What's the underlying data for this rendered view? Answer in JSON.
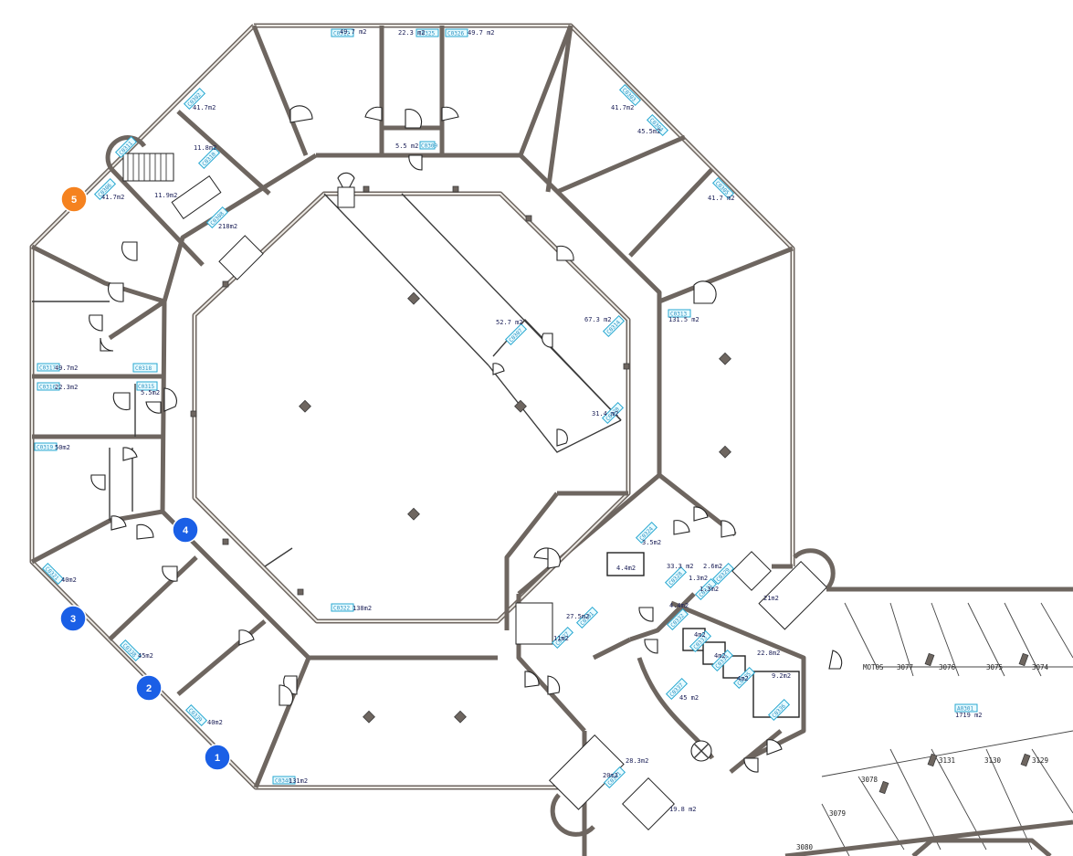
{
  "colors": {
    "wall": "#6e6660",
    "label_text": "#1b1f57",
    "room_code_border": "#27a7d1",
    "marker_blue": "#1a5fe6",
    "marker_orange": "#f5821f"
  },
  "areas": {
    "a01": "49.7 m2",
    "a02": "22.3 m2",
    "a03": "49.7 m2",
    "a04": "41.7m2",
    "a05": "41.7m2",
    "a06": "45.5m2",
    "a07": "41.7 m2",
    "a08": "11.8m2",
    "a09": "5.5 m2",
    "a10": "41.7m2",
    "a11": "11.9m2",
    "a12": "218m2",
    "a13": "52.7 m2",
    "a14": "67.3 m2",
    "a15": "131.5 m2",
    "a16": "49.7m2",
    "a17": "22.3m2",
    "a18": "5.5m2",
    "a19": "31.4 m2",
    "a20": "50m2",
    "a21": "3.5m2",
    "a22": "4.4m2",
    "a23": "33.3 m2",
    "a24": "2.6m2",
    "a25": "1.3m2",
    "a26": "1.3m2",
    "a27": "4.4m2",
    "a28": "21m2",
    "a29": "40m2",
    "a30": "138m2",
    "a31": "27.5m2",
    "a32": "11m2",
    "a33": "4m2",
    "a34": "4m2",
    "a35": "4m2",
    "a36": "22.8m2",
    "a37": "9.2m2",
    "a38": "45m2",
    "a39": "45 m2",
    "a40": "40m2",
    "a41": "28.3m2",
    "a42": "19.8 m2",
    "a43": "131m2",
    "a44": "1719 m2",
    "a45": "20m2"
  },
  "room_codes": {
    "c01": "C0312",
    "c02": "C0325",
    "c03": "C0326",
    "c04": "C0302",
    "c05": "C0303",
    "c06": "C0304",
    "c07": "C0305",
    "c08": "C0311",
    "c09": "C0310",
    "c10": "C0309",
    "c11": "C0306",
    "c12": "C0308",
    "c13": "C0307",
    "c14": "C0314",
    "c15": "C0313",
    "c16": "C0317",
    "c17": "C0318",
    "c18": "C0316",
    "c19": "C0315",
    "c20": "C0320",
    "c21": "C0319",
    "c22": "C0324",
    "c23": "C0321",
    "c24": "C0322",
    "c25": "C0301",
    "c26": "C0327",
    "c27": "C0328",
    "c28": "C0329",
    "c29": "C0331",
    "c30": "C0332",
    "c31": "C0333",
    "c32": "C0334",
    "c33": "C0335",
    "c34": "C0336",
    "c35": "C0337",
    "c36": "C0338",
    "c37": "C0339",
    "c38": "C0340",
    "c39": "C0341",
    "c40": "A0301"
  },
  "parking": {
    "motos": "MOTOS",
    "p3077": "3077",
    "p3076": "3076",
    "p3075": "3075",
    "p3074": "3074",
    "p3131": "3131",
    "p3130": "3130",
    "p3129": "3129",
    "p3078": "3078",
    "p3079": "3079",
    "p3080": "3080"
  },
  "markers": [
    {
      "label": "1",
      "color": "blue"
    },
    {
      "label": "2",
      "color": "blue"
    },
    {
      "label": "3",
      "color": "blue"
    },
    {
      "label": "4",
      "color": "blue"
    },
    {
      "label": "5",
      "color": "orange"
    }
  ]
}
